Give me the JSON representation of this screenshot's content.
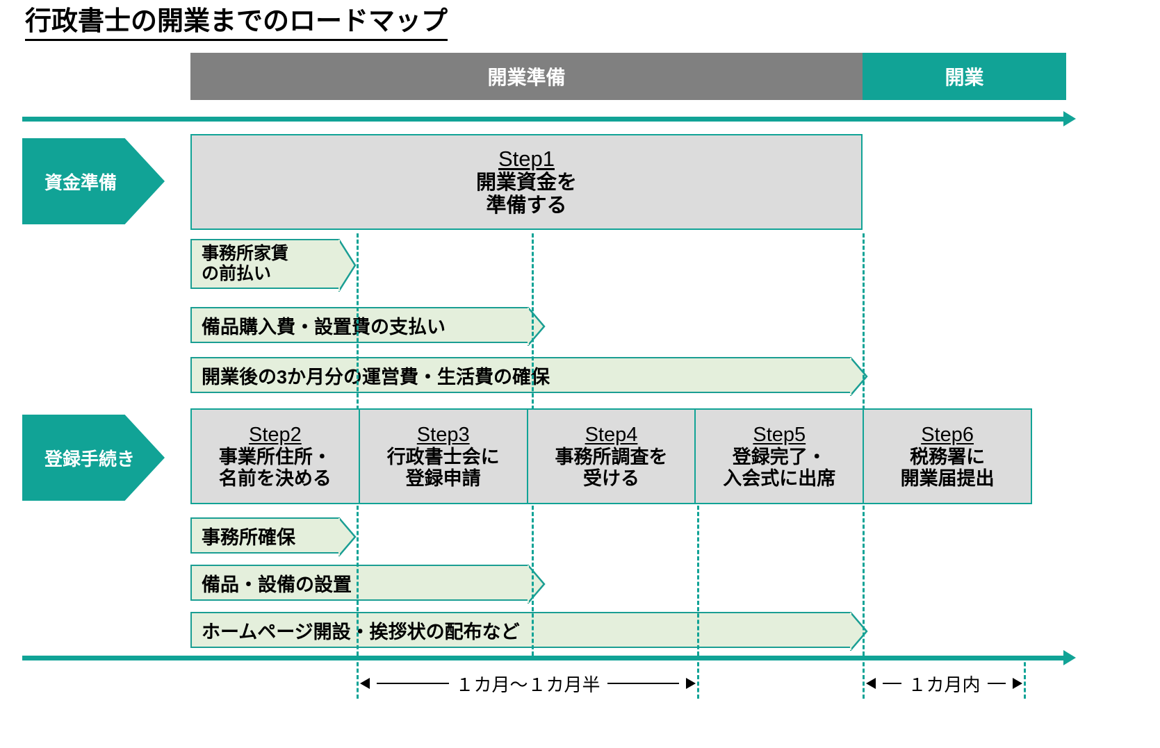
{
  "page": {
    "title": "行政書士の開業までのロードマップ"
  },
  "colors": {
    "teal": "#11a396",
    "gray_phase": "#808080",
    "step_fill": "#dcdcdc",
    "chevron_fill": "#e4efdc",
    "chevron_border": "#1a9e93",
    "text": "#000000"
  },
  "phases": [
    {
      "id": "prep",
      "label": "開業準備"
    },
    {
      "id": "open",
      "label": "開業"
    }
  ],
  "categories": [
    {
      "id": "funding",
      "label": "資金準備"
    },
    {
      "id": "registration",
      "label": "登録手続き"
    }
  ],
  "funding_steps": [
    {
      "title": "Step1",
      "lines": [
        "開業資金を",
        "準備する"
      ]
    }
  ],
  "funding_tasks": [
    {
      "label": "事務所家賃\nの前払い",
      "lines": [
        "事務所家賃",
        "の前払い"
      ]
    },
    {
      "label": "備品購入費・設置費の支払い",
      "lines": [
        "備品購入費・設置費の支払い"
      ]
    },
    {
      "label": "開業後の3か月分の運営費・生活費の確保",
      "lines": [
        "開業後の3か月分の運営費・生活費の確保"
      ]
    }
  ],
  "registration_steps": [
    {
      "title": "Step2",
      "lines": [
        "事業所住所・",
        "名前を決める"
      ]
    },
    {
      "title": "Step3",
      "lines": [
        "行政書士会に",
        "登録申請"
      ]
    },
    {
      "title": "Step4",
      "lines": [
        "事務所調査を",
        "受ける"
      ]
    },
    {
      "title": "Step5",
      "lines": [
        "登録完了・",
        "入会式に出席"
      ]
    },
    {
      "title": "Step6",
      "lines": [
        "税務署に",
        "開業届提出"
      ]
    }
  ],
  "registration_tasks": [
    {
      "label": "事務所確保",
      "lines": [
        "事務所確保"
      ]
    },
    {
      "label": "備品・設備の設置",
      "lines": [
        "備品・設備の設置"
      ]
    },
    {
      "label": "ホームページ開設・挨拶状の配布など",
      "lines": [
        "ホームページ開設・挨拶状の配布など"
      ]
    }
  ],
  "durations": [
    {
      "id": "one-to-one-half-month",
      "label": "１カ月〜１カ月半"
    },
    {
      "id": "within-one-month",
      "label": "１カ月内"
    }
  ]
}
